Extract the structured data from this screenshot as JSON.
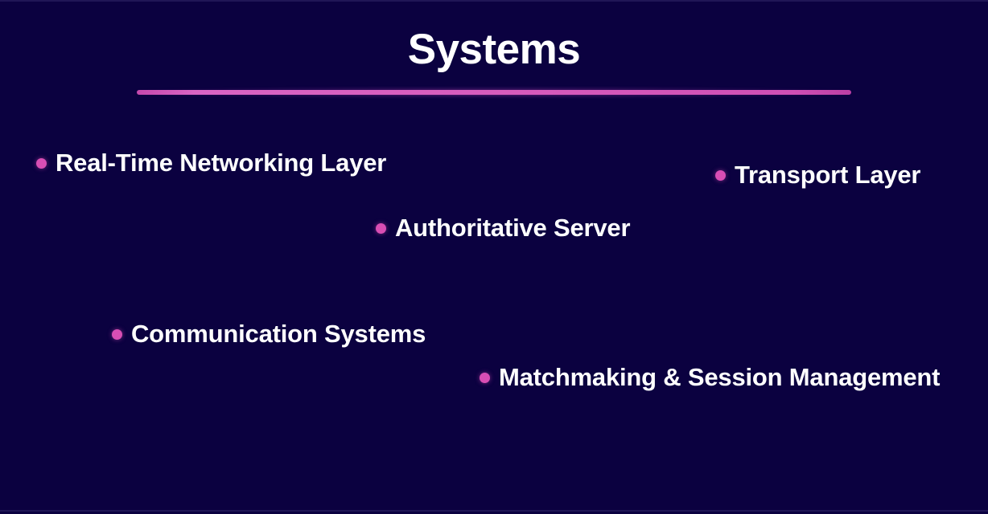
{
  "slide": {
    "title": "Systems",
    "background_color": "#0b0140",
    "accent_color": "#d84eb4",
    "text_color": "#ffffff",
    "items": [
      {
        "label": "Real-Time Networking Layer",
        "bullet": "bullet-dot"
      },
      {
        "label": "Transport Layer",
        "bullet": "bullet-dot"
      },
      {
        "label": "Authoritative Server",
        "bullet": "bullet-dot"
      },
      {
        "label": "Communication Systems",
        "bullet": "bullet-dot"
      },
      {
        "label": "Matchmaking & Session Management",
        "bullet": "bullet-dot"
      }
    ]
  }
}
